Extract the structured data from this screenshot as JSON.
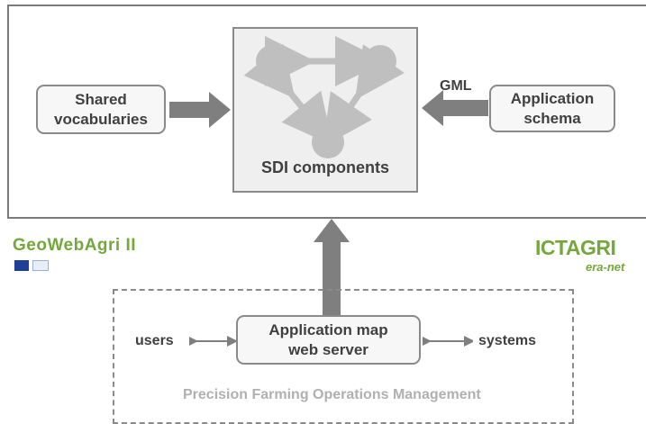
{
  "sdi": {
    "label": "SDI components"
  },
  "inputs": {
    "shared_vocab": {
      "line1": "Shared",
      "line2": "vocabularies"
    },
    "app_schema": {
      "line1": "Application",
      "line2": "schema"
    },
    "gml_label": "GML"
  },
  "logos": {
    "geowebagri": "GeoWebAgri II",
    "ictagri": "ICTAGRI",
    "ictagri_sub": "era-net"
  },
  "bottom": {
    "frame_title": "Precision Farming Operations Management",
    "server": {
      "line1": "Application map",
      "line2": "web server"
    },
    "users": "users",
    "systems": "systems"
  },
  "colors": {
    "arrow_dark": "#7f7f7f",
    "circle": "#bfbfbf",
    "frame": "#8a8a8a",
    "logo_green": "#73a93a"
  }
}
